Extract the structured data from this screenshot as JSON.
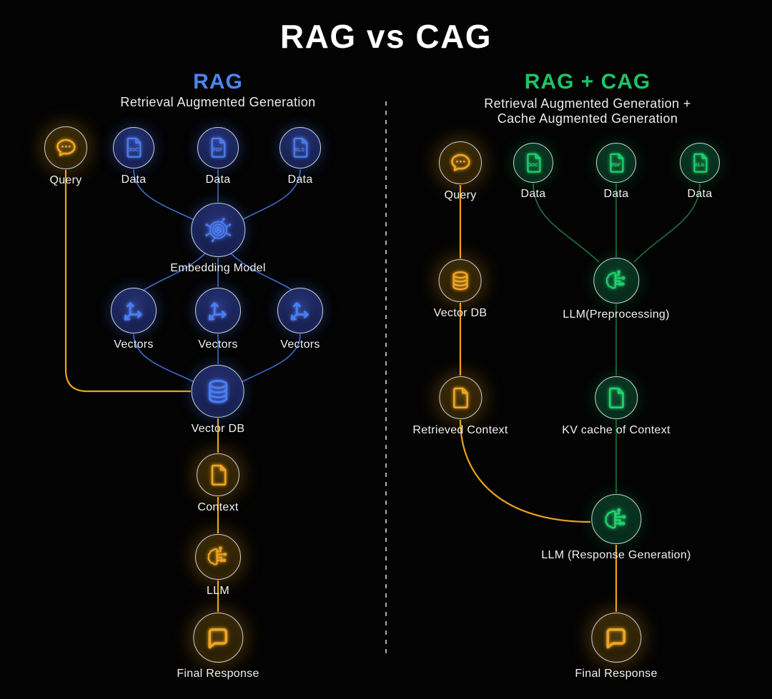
{
  "title": "RAG vs CAG",
  "colors": {
    "blue_accent": "#4a86f0",
    "green_accent": "#1ec465",
    "yellow_accent": "#eca21d",
    "blue_edge": "#3f6cc9",
    "green_edge": "#1d7a45",
    "label_text": "#f1f1f1"
  },
  "left": {
    "header": "RAG",
    "subtitle": "Retrieval Augmented Generation",
    "nodes": {
      "query": {
        "label": "Query",
        "icon": "chat-icon"
      },
      "data_doc": {
        "label": "Data",
        "icon": "doc-file-icon",
        "badge": "DOC"
      },
      "data_pdf": {
        "label": "Data",
        "icon": "pdf-file-icon",
        "badge": "PDF"
      },
      "data_xls": {
        "label": "Data",
        "icon": "xls-file-icon",
        "badge": "XLS"
      },
      "embedding": {
        "label": "Embedding Model",
        "icon": "embedding-model-icon"
      },
      "vectors1": {
        "label": "Vectors",
        "icon": "vectors-icon"
      },
      "vectors2": {
        "label": "Vectors",
        "icon": "vectors-icon"
      },
      "vectors3": {
        "label": "Vectors",
        "icon": "vectors-icon"
      },
      "vector_db": {
        "label": "Vector DB",
        "icon": "database-icon"
      },
      "context": {
        "label": "Context",
        "icon": "document-icon"
      },
      "llm": {
        "label": "LLM",
        "icon": "brain-circuit-icon"
      },
      "final": {
        "label": "Final Response",
        "icon": "speech-bubble-icon"
      }
    }
  },
  "right": {
    "header": "RAG + CAG",
    "subtitle1": "Retrieval Augmented Generation +",
    "subtitle2": "Cache Augmented Generation",
    "nodes": {
      "query": {
        "label": "Query",
        "icon": "chat-icon"
      },
      "data_doc": {
        "label": "Data",
        "icon": "doc-file-icon",
        "badge": "DOC"
      },
      "data_pdf": {
        "label": "Data",
        "icon": "pdf-file-icon",
        "badge": "PDF"
      },
      "data_xls": {
        "label": "Data",
        "icon": "xls-file-icon",
        "badge": "XLS"
      },
      "vector_db": {
        "label": "Vector DB",
        "icon": "database-icon"
      },
      "llm_pre": {
        "label": "LLM(Preprocessing)",
        "icon": "brain-circuit-icon"
      },
      "retrieved": {
        "label": "Retrieved Context",
        "icon": "document-icon"
      },
      "kv_cache": {
        "label": "KV cache of Context",
        "icon": "document-icon"
      },
      "llm_resp": {
        "label": "LLM (Response Generation)",
        "icon": "brain-circuit-icon"
      },
      "final": {
        "label": "Final Response",
        "icon": "speech-bubble-icon"
      }
    }
  }
}
